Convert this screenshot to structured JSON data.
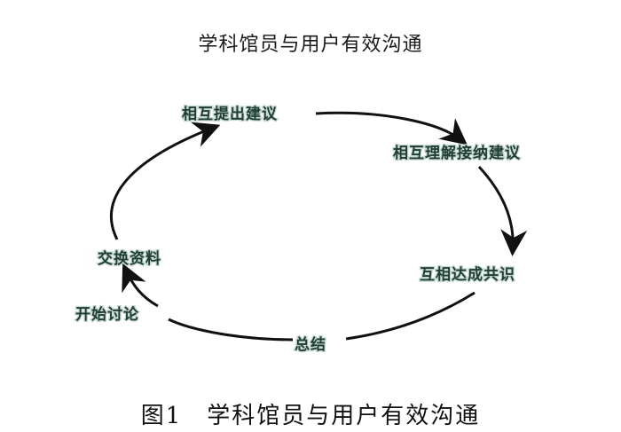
{
  "diagram": {
    "title": "学科馆员与用户有效沟通",
    "nodes": [
      {
        "id": "n1",
        "label": "相互提出建议"
      },
      {
        "id": "n2",
        "label": "相互理解接纳建议"
      },
      {
        "id": "n3",
        "label": "互相达成共识"
      },
      {
        "id": "n4",
        "label": "总结"
      },
      {
        "id": "n5",
        "label": "开始讨论"
      },
      {
        "id": "n6",
        "label": "交换资料"
      }
    ],
    "cycle_direction": "clockwise"
  },
  "caption": {
    "figure_number": "图1",
    "text": "学科馆员与用户有效沟通"
  }
}
